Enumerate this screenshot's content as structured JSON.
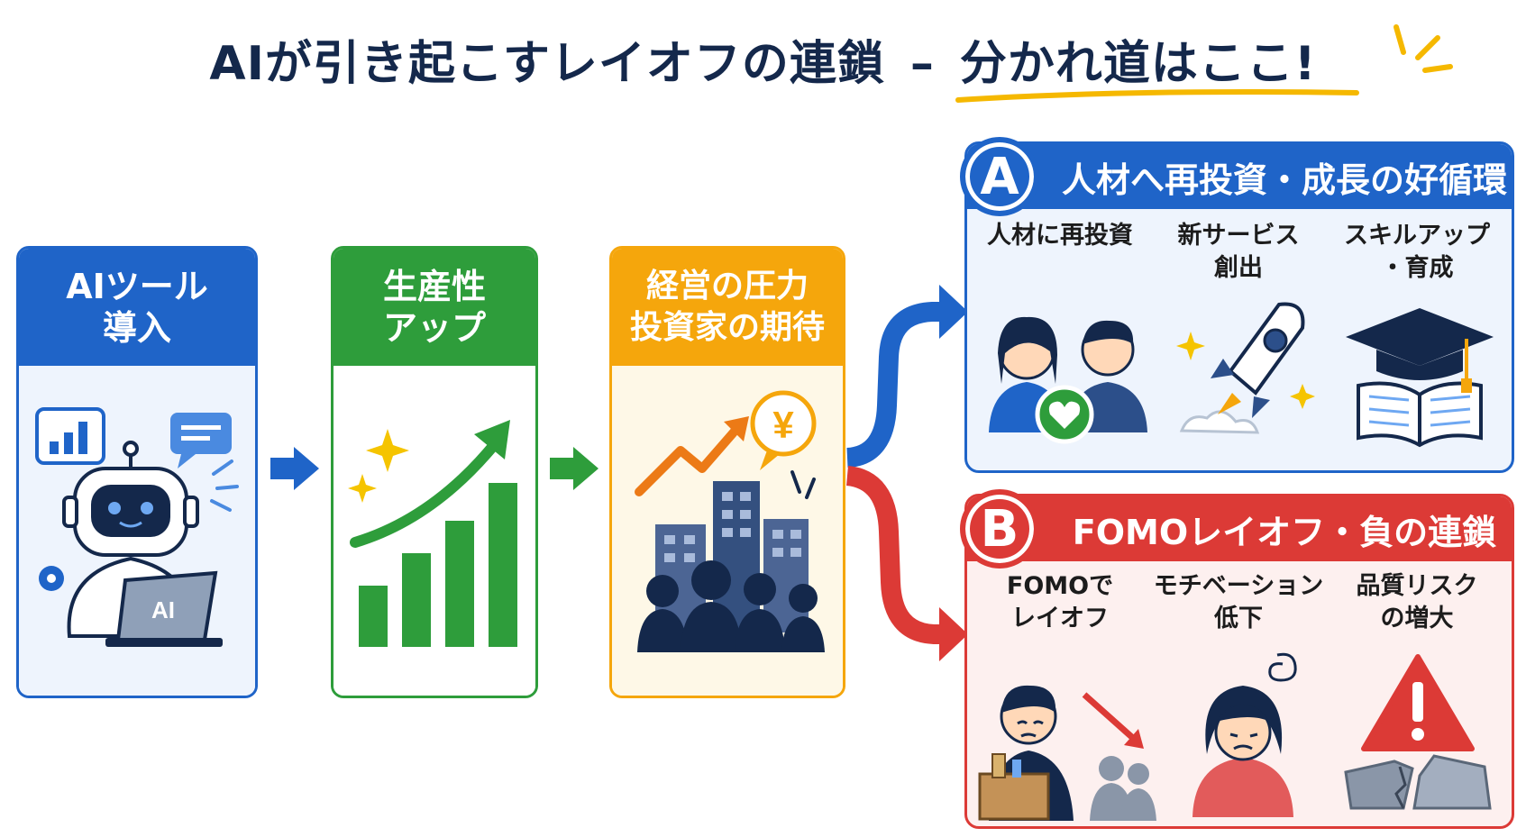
{
  "title": {
    "left": "AIが引き起こすレイオフの連鎖",
    "dash": "–",
    "highlight": "分かれ道はここ!"
  },
  "steps": [
    {
      "line1": "AIツール",
      "line2": "導入",
      "color": "#1f64c8"
    },
    {
      "line1": "生産性",
      "line2": "アップ",
      "color": "#2e9d3b"
    },
    {
      "line1": "経営の圧力",
      "line2": "投資家の期待",
      "color": "#f5a60c"
    }
  ],
  "laptop_label": "AI",
  "yen_symbol": "¥",
  "path_a": {
    "badge": "A",
    "title": "人材へ再投資・成長の好循環",
    "color": "#1f64c8",
    "items": [
      {
        "label": "人材に再投資",
        "icon": "people-heart-icon"
      },
      {
        "label": "新サービス\n創出",
        "icon": "rocket-icon"
      },
      {
        "label": "スキルアップ\n・育成",
        "icon": "graduation-cap-book-icon"
      }
    ]
  },
  "path_b": {
    "badge": "B",
    "title": "FOMOレイオフ・負の連鎖",
    "color": "#dc3a36",
    "items": [
      {
        "label": "FOMOで\nレイオフ",
        "icon": "laid-off-worker-icon"
      },
      {
        "label": "モチベーション\n低下",
        "icon": "sad-worker-icon"
      },
      {
        "label": "品質リスク\nの増大",
        "icon": "warning-broken-block-icon"
      }
    ]
  }
}
